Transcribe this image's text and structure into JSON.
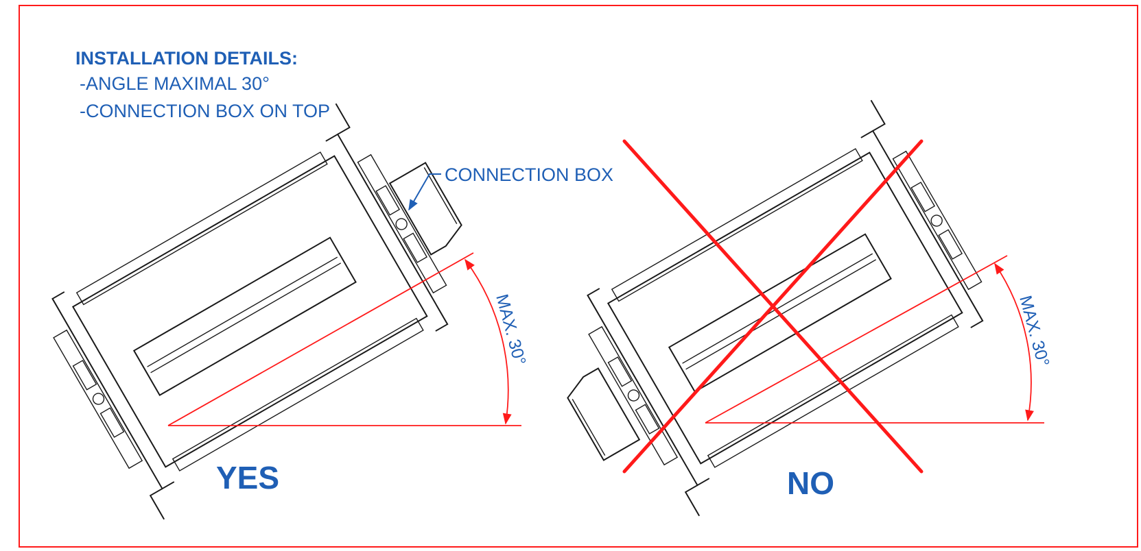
{
  "details": {
    "heading": "INSTALLATION DETAILS:",
    "lines": [
      "-ANGLE MAXIMAL 30°",
      "-CONNECTION BOX ON TOP"
    ]
  },
  "callout": {
    "connection_box": "CONNECTION BOX"
  },
  "views": {
    "yes": {
      "label": "YES",
      "angle_label": "MAX. 30°"
    },
    "no": {
      "label": "NO",
      "angle_label": "MAX. 30°"
    }
  },
  "colors": {
    "frame": "#ff1a1a",
    "text": "#1f5fb5",
    "drawing": "#1a1a1a",
    "dimension": "#ff1a1a"
  }
}
